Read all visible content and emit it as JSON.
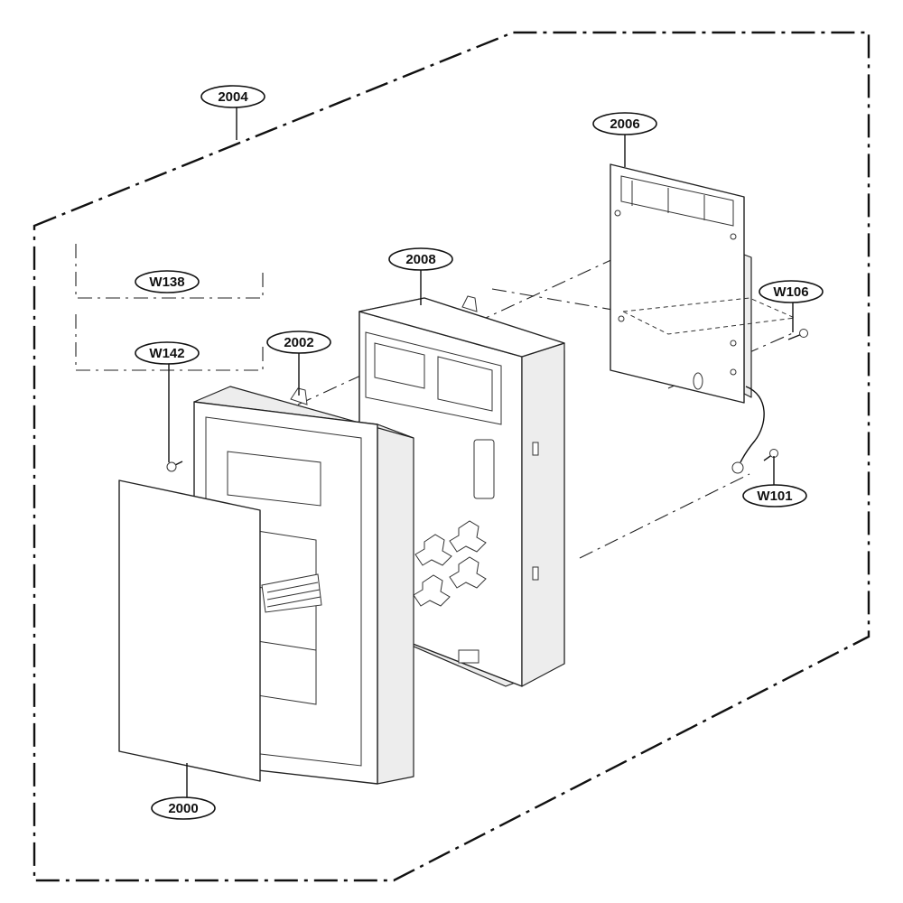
{
  "callouts": {
    "c2004": "2004",
    "c2006": "2006",
    "c2008": "2008",
    "c2002": "2002",
    "c2000": "2000",
    "w138": "W138",
    "w142": "W142",
    "w106": "W106",
    "w101": "W101"
  }
}
